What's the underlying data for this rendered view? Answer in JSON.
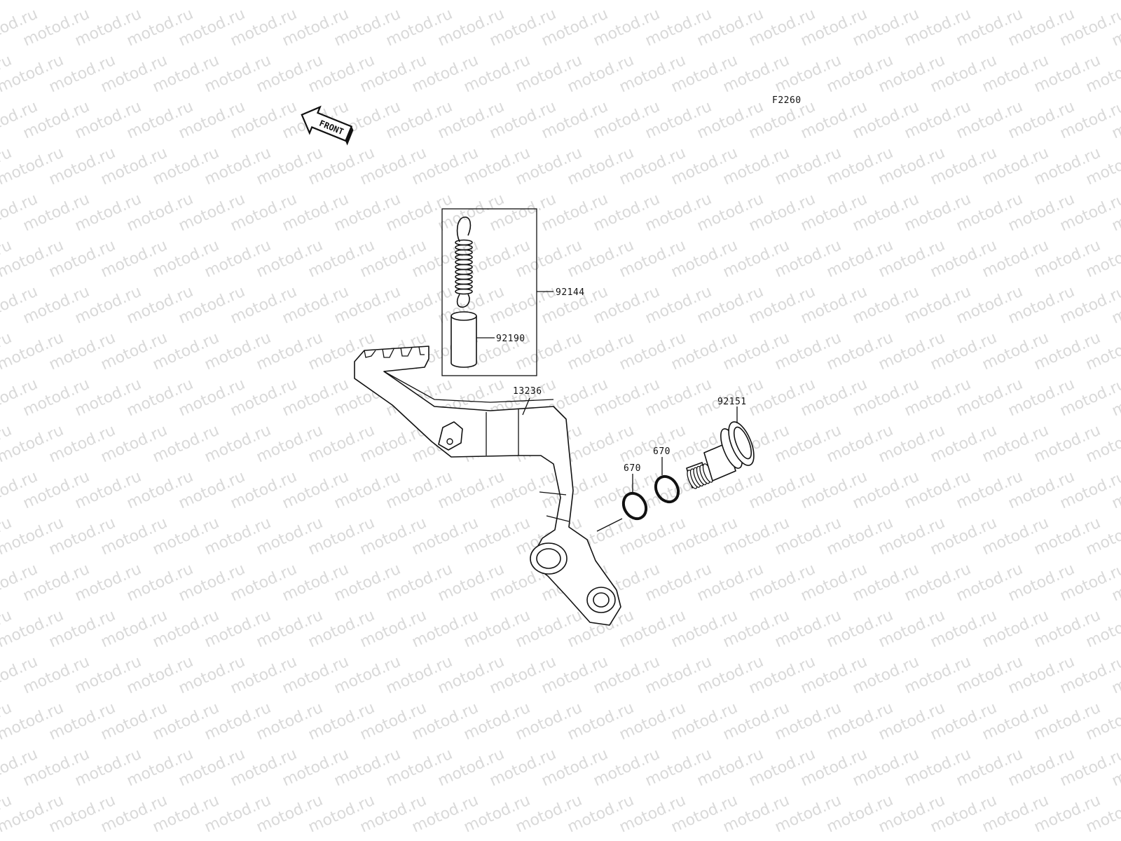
{
  "watermark": {
    "text": "motod.ru"
  },
  "diagram_code": "F2260",
  "front_arrow": {
    "label": "FRONT"
  },
  "parts": [
    {
      "id": "kit",
      "number": "92144"
    },
    {
      "id": "spring-collar",
      "number": "92190"
    },
    {
      "id": "brake-pedal",
      "number": "13236"
    },
    {
      "id": "shaft-bolt",
      "number": "92151"
    },
    {
      "id": "o-ring-outer",
      "number": "670"
    },
    {
      "id": "o-ring-inner",
      "number": "670"
    }
  ]
}
